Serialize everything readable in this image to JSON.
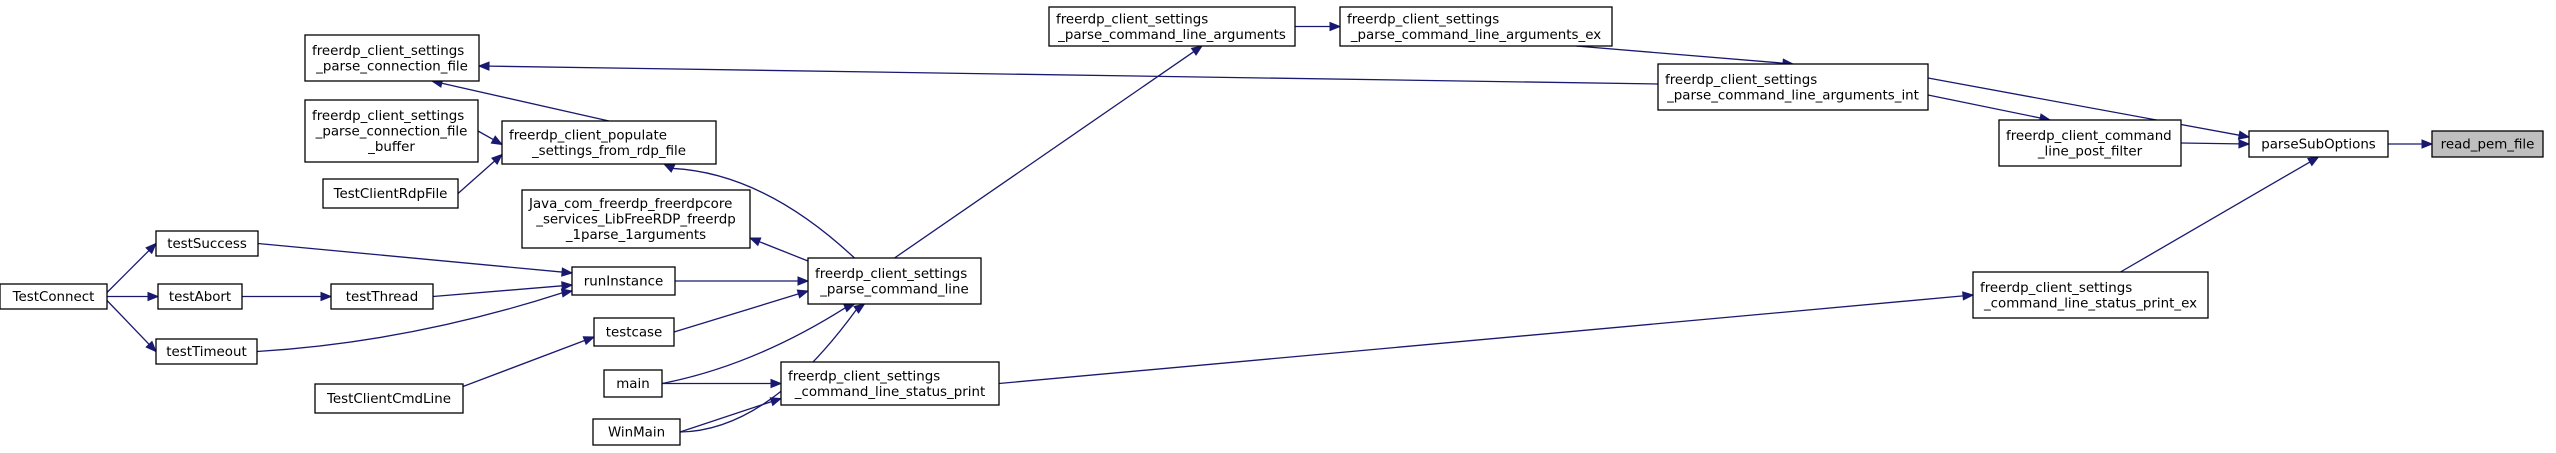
{
  "colors": {
    "edge": "#191970",
    "node_fill": "#ffffff",
    "target_fill": "#bfbfbf",
    "border": "#000000"
  },
  "nodes": {
    "read_pem_file": [
      "read_pem_file"
    ],
    "parseSubOptions": [
      "parseSubOptions"
    ],
    "cmdline_post_filter": [
      "freerdp_client_command",
      "_line_post_filter"
    ],
    "status_print_ex": [
      "freerdp_client_settings",
      "_command_line_status_print_ex"
    ],
    "args_int": [
      "freerdp_client_settings",
      "_parse_command_line_arguments_int"
    ],
    "args_ex": [
      "freerdp_client_settings",
      "_parse_command_line_arguments_ex"
    ],
    "args": [
      "freerdp_client_settings",
      "_parse_command_line_arguments"
    ],
    "connection_file": [
      "freerdp_client_settings",
      "_parse_connection_file"
    ],
    "populate_rdp": [
      "freerdp_client_populate",
      "_settings_from_rdp_file"
    ],
    "connection_file_buffer": [
      "freerdp_client_settings",
      "_parse_connection_file",
      "_buffer"
    ],
    "TestClientRdpFile": [
      "TestClientRdpFile"
    ],
    "java": [
      "Java_com_freerdp_freerdpcore",
      "_services_LibFreeRDP_freerdp",
      "_1parse_1arguments"
    ],
    "parse_command_line": [
      "freerdp_client_settings",
      "_parse_command_line"
    ],
    "status_print": [
      "freerdp_client_settings",
      "_command_line_status_print"
    ],
    "runInstance": [
      "runInstance"
    ],
    "testcase": [
      "testcase"
    ],
    "main": [
      "main"
    ],
    "WinMain": [
      "WinMain"
    ],
    "TestClientCmdLine": [
      "TestClientCmdLine"
    ],
    "testSuccess": [
      "testSuccess"
    ],
    "testAbort": [
      "testAbort"
    ],
    "testTimeout": [
      "testTimeout"
    ],
    "testThread": [
      "testThread"
    ],
    "TestConnect": [
      "TestConnect"
    ]
  },
  "edges": [
    [
      "parseSubOptions",
      "read_pem_file"
    ],
    [
      "cmdline_post_filter",
      "parseSubOptions"
    ],
    [
      "status_print_ex",
      "parseSubOptions"
    ],
    [
      "args_int",
      "parseSubOptions"
    ],
    [
      "args_int",
      "cmdline_post_filter"
    ],
    [
      "args_ex",
      "args_int"
    ],
    [
      "args",
      "args_ex"
    ],
    [
      "parse_command_line",
      "args"
    ],
    [
      "args_int",
      "connection_file"
    ],
    [
      "populate_rdp",
      "connection_file"
    ],
    [
      "connection_file_buffer",
      "populate_rdp"
    ],
    [
      "TestClientRdpFile",
      "populate_rdp"
    ],
    [
      "parse_command_line",
      "populate_rdp"
    ],
    [
      "parse_command_line",
      "java"
    ],
    [
      "runInstance",
      "parse_command_line"
    ],
    [
      "testcase",
      "parse_command_line"
    ],
    [
      "main",
      "parse_command_line"
    ],
    [
      "WinMain",
      "parse_command_line"
    ],
    [
      "status_print",
      "status_print_ex"
    ],
    [
      "main",
      "status_print"
    ],
    [
      "WinMain",
      "status_print"
    ],
    [
      "TestClientCmdLine",
      "testcase"
    ],
    [
      "testSuccess",
      "runInstance"
    ],
    [
      "testThread",
      "runInstance"
    ],
    [
      "testTimeout",
      "runInstance"
    ],
    [
      "testAbort",
      "testThread"
    ],
    [
      "TestConnect",
      "testSuccess"
    ],
    [
      "TestConnect",
      "testAbort"
    ],
    [
      "TestConnect",
      "testTimeout"
    ]
  ]
}
